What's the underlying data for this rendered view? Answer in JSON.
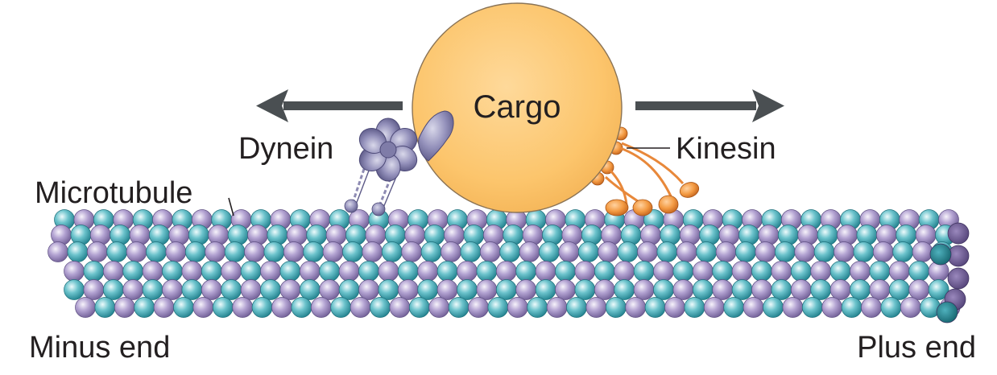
{
  "labels": {
    "cargo": "Cargo",
    "dynein": "Dynein",
    "kinesin": "Kinesin",
    "microtubule": "Microtubule",
    "minus_end": "Minus end",
    "plus_end": "Plus end"
  },
  "colors": {
    "cargo_fill": "#fdc874",
    "cargo_stroke": "#8a7355",
    "arrow": "#4a4f52",
    "tubulin_teal": "#46a7b3",
    "tubulin_purple": "#9b88bd",
    "dynein": "#8e8bb3",
    "kinesin": "#f0953c",
    "text": "#231f20"
  },
  "icons": {
    "left_arrow": "left-arrow-icon",
    "right_arrow": "right-arrow-icon"
  }
}
